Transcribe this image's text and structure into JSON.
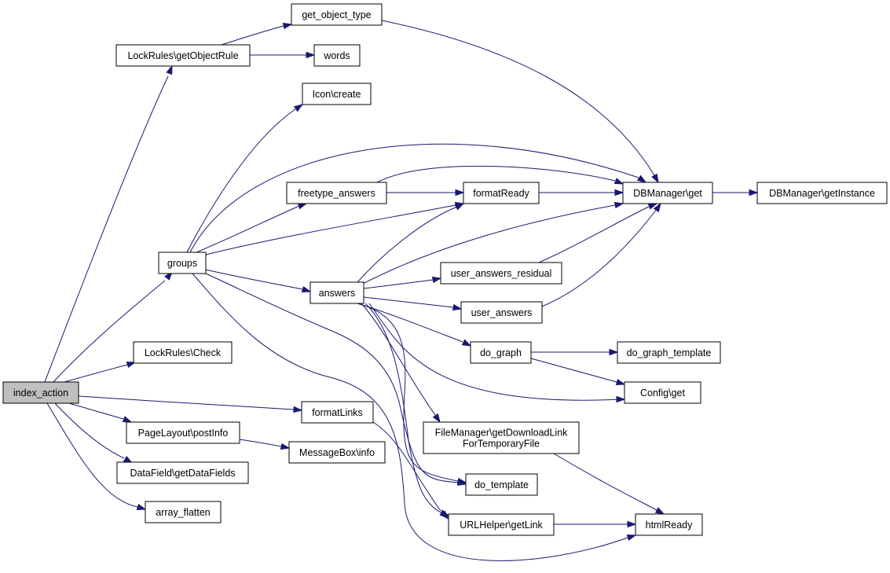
{
  "graph": {
    "edge_color": "#191970",
    "root_fill": "#bfbfbf",
    "nodes": {
      "index_action": [
        "index_action"
      ],
      "lockrules_getobjectrule": [
        "LockRules\\getObjectRule"
      ],
      "get_object_type": [
        "get_object_type"
      ],
      "words": [
        "words"
      ],
      "icon_create": [
        "Icon\\create"
      ],
      "groups": [
        "groups"
      ],
      "freetype_answers": [
        "freetype_answers"
      ],
      "formatready": [
        "formatReady"
      ],
      "dbmanager_get": [
        "DBManager\\get"
      ],
      "dbmanager_getinstance": [
        "DBManager\\getInstance"
      ],
      "answers": [
        "answers"
      ],
      "user_answers_residual": [
        "user_answers_residual"
      ],
      "user_answers": [
        "user_answers"
      ],
      "lockrules_check": [
        "LockRules\\Check"
      ],
      "do_graph": [
        "do_graph"
      ],
      "do_graph_template": [
        "do_graph_template"
      ],
      "config_get": [
        "Config\\get"
      ],
      "formatlinks": [
        "formatLinks"
      ],
      "pagelayout_postinfo": [
        "PageLayout\\postInfo"
      ],
      "messagebox_info": [
        "MessageBox\\info"
      ],
      "filemanager_getdownloadlink": [
        "FileManager\\getDownloadLink",
        "ForTemporaryFile"
      ],
      "datafield_getdatafields": [
        "DataField\\getDataFields"
      ],
      "do_template": [
        "do_template"
      ],
      "array_flatten": [
        "array_flatten"
      ],
      "urlhelper_getlink": [
        "URLHelper\\getLink"
      ],
      "htmlready": [
        "htmlReady"
      ]
    }
  }
}
